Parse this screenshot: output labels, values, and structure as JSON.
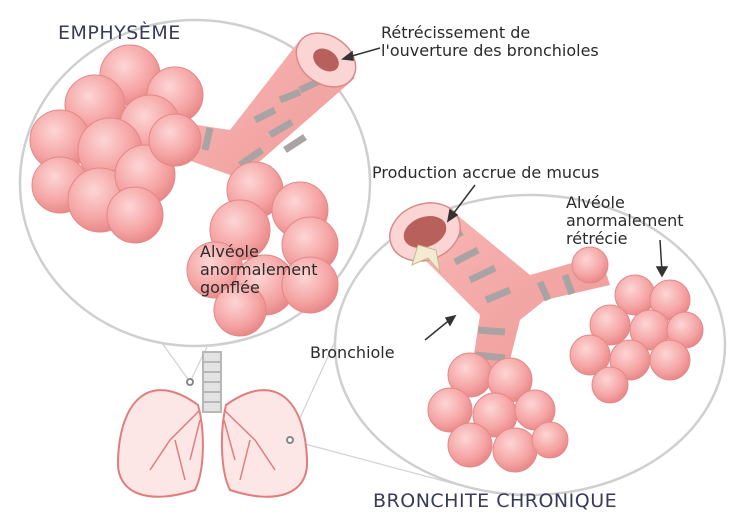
{
  "titles": {
    "emphysema": "EMPHYSÈME",
    "bronchitis": "BRONCHITE CHRONIQUE"
  },
  "labels": {
    "narrowing": "Rétrécissement de\nl'ouverture des bronchioles",
    "mucus": "Production accrue de mucus",
    "alveolus_narrowed": "Alvéole\nanormalement\nrétrécie",
    "alveolus_swollen": "Alvéole\nanormalement\ngonflée",
    "bronchiole": "Bronchiole"
  },
  "colors": {
    "alveolus_fill": "#f6a6a6",
    "alveolus_light": "#fbd0cf",
    "bronchiole_band": "#a7a2a2",
    "mucus": "#b05a54",
    "lung_outline": "#e07d7d",
    "circle_stroke": "#c9c9c9"
  }
}
